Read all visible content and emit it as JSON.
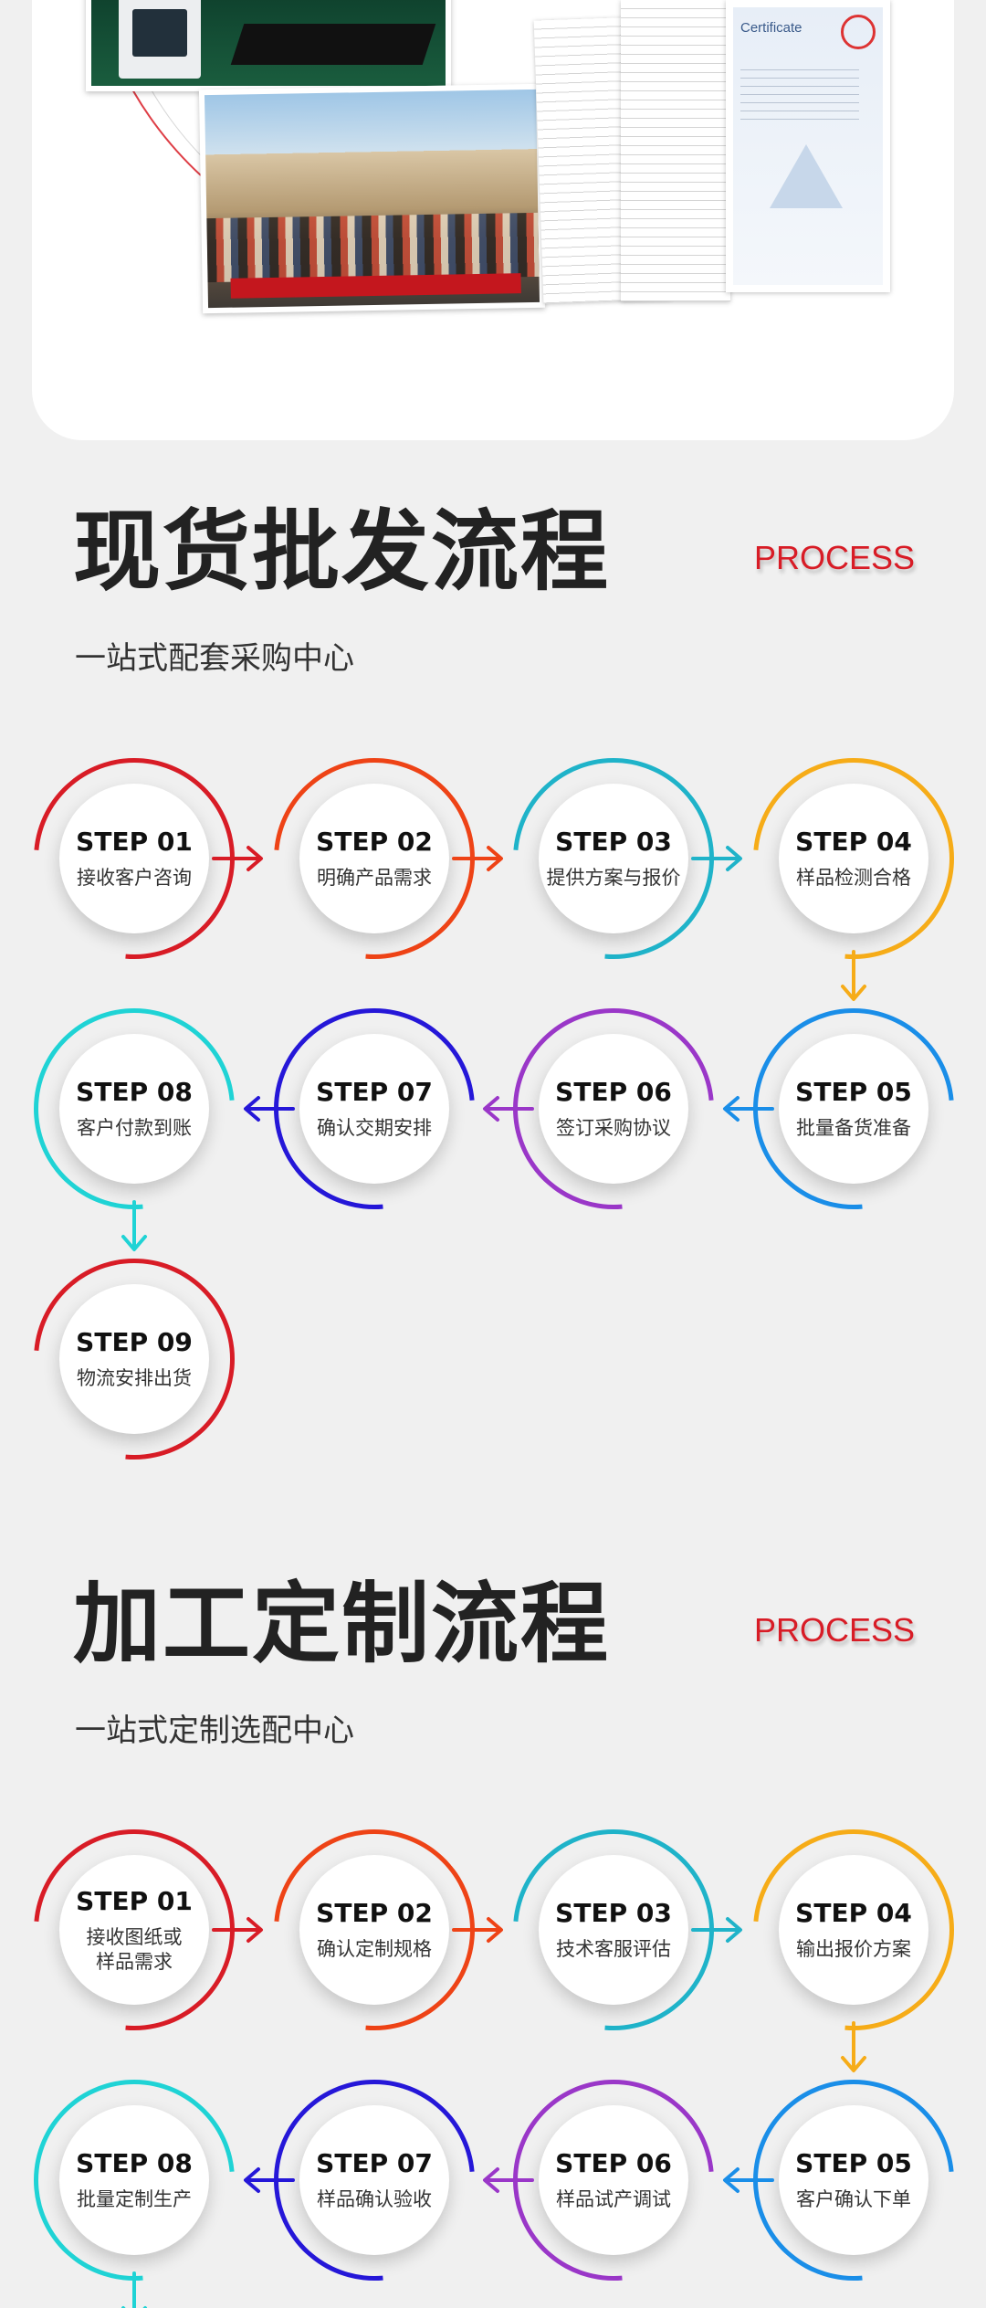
{
  "certificate_card": {
    "cert_title": "Certificate"
  },
  "sections": [
    {
      "title": "现货批发流程",
      "subtitle": "一站式配套采购中心",
      "tag": "PROCESS",
      "steps": [
        {
          "num": "STEP 01",
          "label": "接收客户咨询",
          "color": "#d81c26"
        },
        {
          "num": "STEP 02",
          "label": "明确产品需求",
          "color": "#ee4316"
        },
        {
          "num": "STEP 03",
          "label": "提供方案与报价",
          "color": "#1fb3c9"
        },
        {
          "num": "STEP 04",
          "label": "样品检测合格",
          "color": "#f6ac18"
        },
        {
          "num": "STEP 05",
          "label": "批量备货准备",
          "color": "#1a8ee8"
        },
        {
          "num": "STEP 06",
          "label": "签订采购协议",
          "color": "#9a37c8"
        },
        {
          "num": "STEP 07",
          "label": "确认交期安排",
          "color": "#2517d8"
        },
        {
          "num": "STEP 08",
          "label": "客户付款到账",
          "color": "#1fd3d5"
        },
        {
          "num": "STEP 09",
          "label": "物流安排出货",
          "color": "#d81c26"
        }
      ]
    },
    {
      "title": "加工定制流程",
      "subtitle": "一站式定制选配中心",
      "tag": "PROCESS",
      "steps": [
        {
          "num": "STEP 01",
          "label": "接收图纸或\n样品需求",
          "color": "#d81c26"
        },
        {
          "num": "STEP 02",
          "label": "确认定制规格",
          "color": "#ee4316"
        },
        {
          "num": "STEP 03",
          "label": "技术客服评估",
          "color": "#1fb3c9"
        },
        {
          "num": "STEP 04",
          "label": "输出报价方案",
          "color": "#f6ac18"
        },
        {
          "num": "STEP 05",
          "label": "客户确认下单",
          "color": "#1a8ee8"
        },
        {
          "num": "STEP 06",
          "label": "样品试产调试",
          "color": "#9a37c8"
        },
        {
          "num": "STEP 07",
          "label": "样品确认验收",
          "color": "#2517d8"
        },
        {
          "num": "STEP 08",
          "label": "批量定制生产",
          "color": "#1fd3d5"
        }
      ]
    }
  ]
}
